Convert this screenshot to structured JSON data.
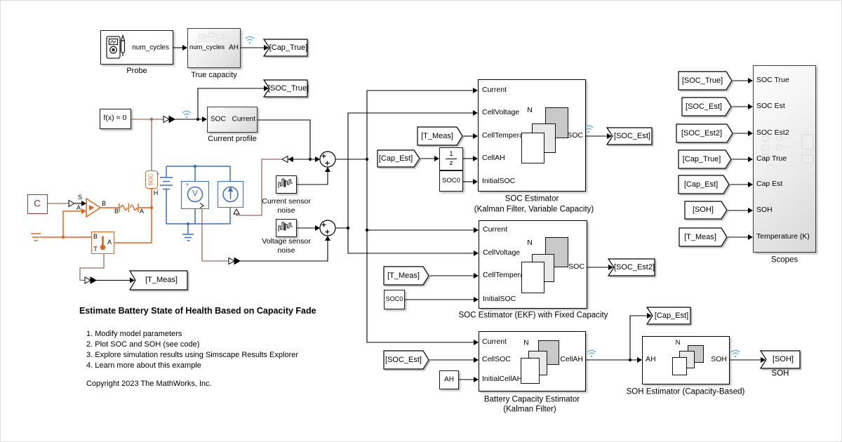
{
  "doc": {
    "heading": "Estimate Battery State of Health Based on Capacity Fade",
    "steps": [
      "1. Modify model parameters",
      "2. Plot SOC and SOH (see code)",
      "3. Explore simulation results using Simscape Results Explorer",
      "4. Learn more about this example"
    ],
    "copyright": "Copyright 2023 The MathWorks, Inc."
  },
  "probe": {
    "caption": "Probe",
    "out_port": "num_cycles"
  },
  "true_capacity": {
    "caption": "True capacity",
    "in_port": "num_cycles",
    "out_port": "AH"
  },
  "solver": {
    "label": "f(x) = 0"
  },
  "current_profile": {
    "caption": "Current profile",
    "in_port": "SOC",
    "out_port": "Current"
  },
  "plant": {
    "c_label": "C",
    "src_s": "S",
    "src_a": "A",
    "src_b": "B",
    "fade_b": "B",
    "fade_a": "A",
    "batt_soc": "SOC",
    "batt_h": "H",
    "batt_plus": "+",
    "batt_minus": "-",
    "vsensor_v": "V",
    "vsensor_plus": "+",
    "therm_b": "B",
    "therm_t": "T",
    "therm_a": "A"
  },
  "noise_current": {
    "line1": "Current sensor",
    "line2": "noise"
  },
  "noise_voltage": {
    "line1": "Voltage sensor",
    "line2": "noise"
  },
  "unit_delay": {
    "num": "1",
    "den": "z"
  },
  "consts": {
    "soc0_a": "SOC0",
    "soc0_b": "SOC0",
    "ah": "AH"
  },
  "est1": {
    "in0": "Current",
    "in1": "CellVoltage",
    "in2": "CellTemperatu",
    "in3": "CellAH",
    "in4": "InitialSOC",
    "out": "SOC",
    "n": "N",
    "cap1": "SOC Estimator",
    "cap2": "(Kalman Filter, Variable Capacity)"
  },
  "est2": {
    "in0": "Current",
    "in1": "CellVoltage",
    "in2": "CellTemperatu",
    "in3": "InitialSOC",
    "out": "SOC",
    "n": "N",
    "cap": "SOC Estimator (EKF) with Fixed Capacity"
  },
  "bce": {
    "in0": "Current",
    "in1": "CellSOC",
    "in2": "InitialCellAH",
    "out": "CellAH",
    "n": "N",
    "cap1": "Battery Capacity Estimator",
    "cap2": "(Kalman Filter)"
  },
  "soh": {
    "in0": "AH",
    "out": "SOH",
    "n": "N",
    "cap": "SOH Estimator (Capacity-Based)",
    "tag_caption": "SOH"
  },
  "scopes": {
    "cap": "Scopes",
    "in0": "SOC True",
    "in1": "SOC Est",
    "in2": "SOC Est2",
    "in3": "Cap True",
    "in4": "Cap Est",
    "in5": "SOH",
    "in6": "Temperature (K)"
  },
  "tags": {
    "cap_true_goto": "[Cap_True]",
    "soc_true_goto": "[SOC_True]",
    "t_meas_goto": "[T_Meas]",
    "soc_est_goto": "[SOC_Est]",
    "soc_est2_goto": "[SOC_Est2]",
    "cap_est_goto": "[Cap_Est]",
    "soh_goto": "[SOH]",
    "t_meas_from1": "[T_Meas]",
    "t_meas_from2": "[T_Meas]",
    "cap_est_from": "[Cap_Est]",
    "soc_est_from": "[SOC_Est]",
    "scopes_from0": "[SOC_True]",
    "scopes_from1": "[SOC_Est]",
    "scopes_from2": "[SOC_Est2]",
    "scopes_from3": "[Cap_True]",
    "scopes_from4": "[Cap_Est]",
    "scopes_from5": "[SOH]",
    "scopes_from6": "[T_Meas]"
  },
  "colors": {
    "orange": "#e0661f",
    "blue": "#3a6fc7",
    "physical": "#9a6a64",
    "wireless": "#5ba9dd"
  }
}
